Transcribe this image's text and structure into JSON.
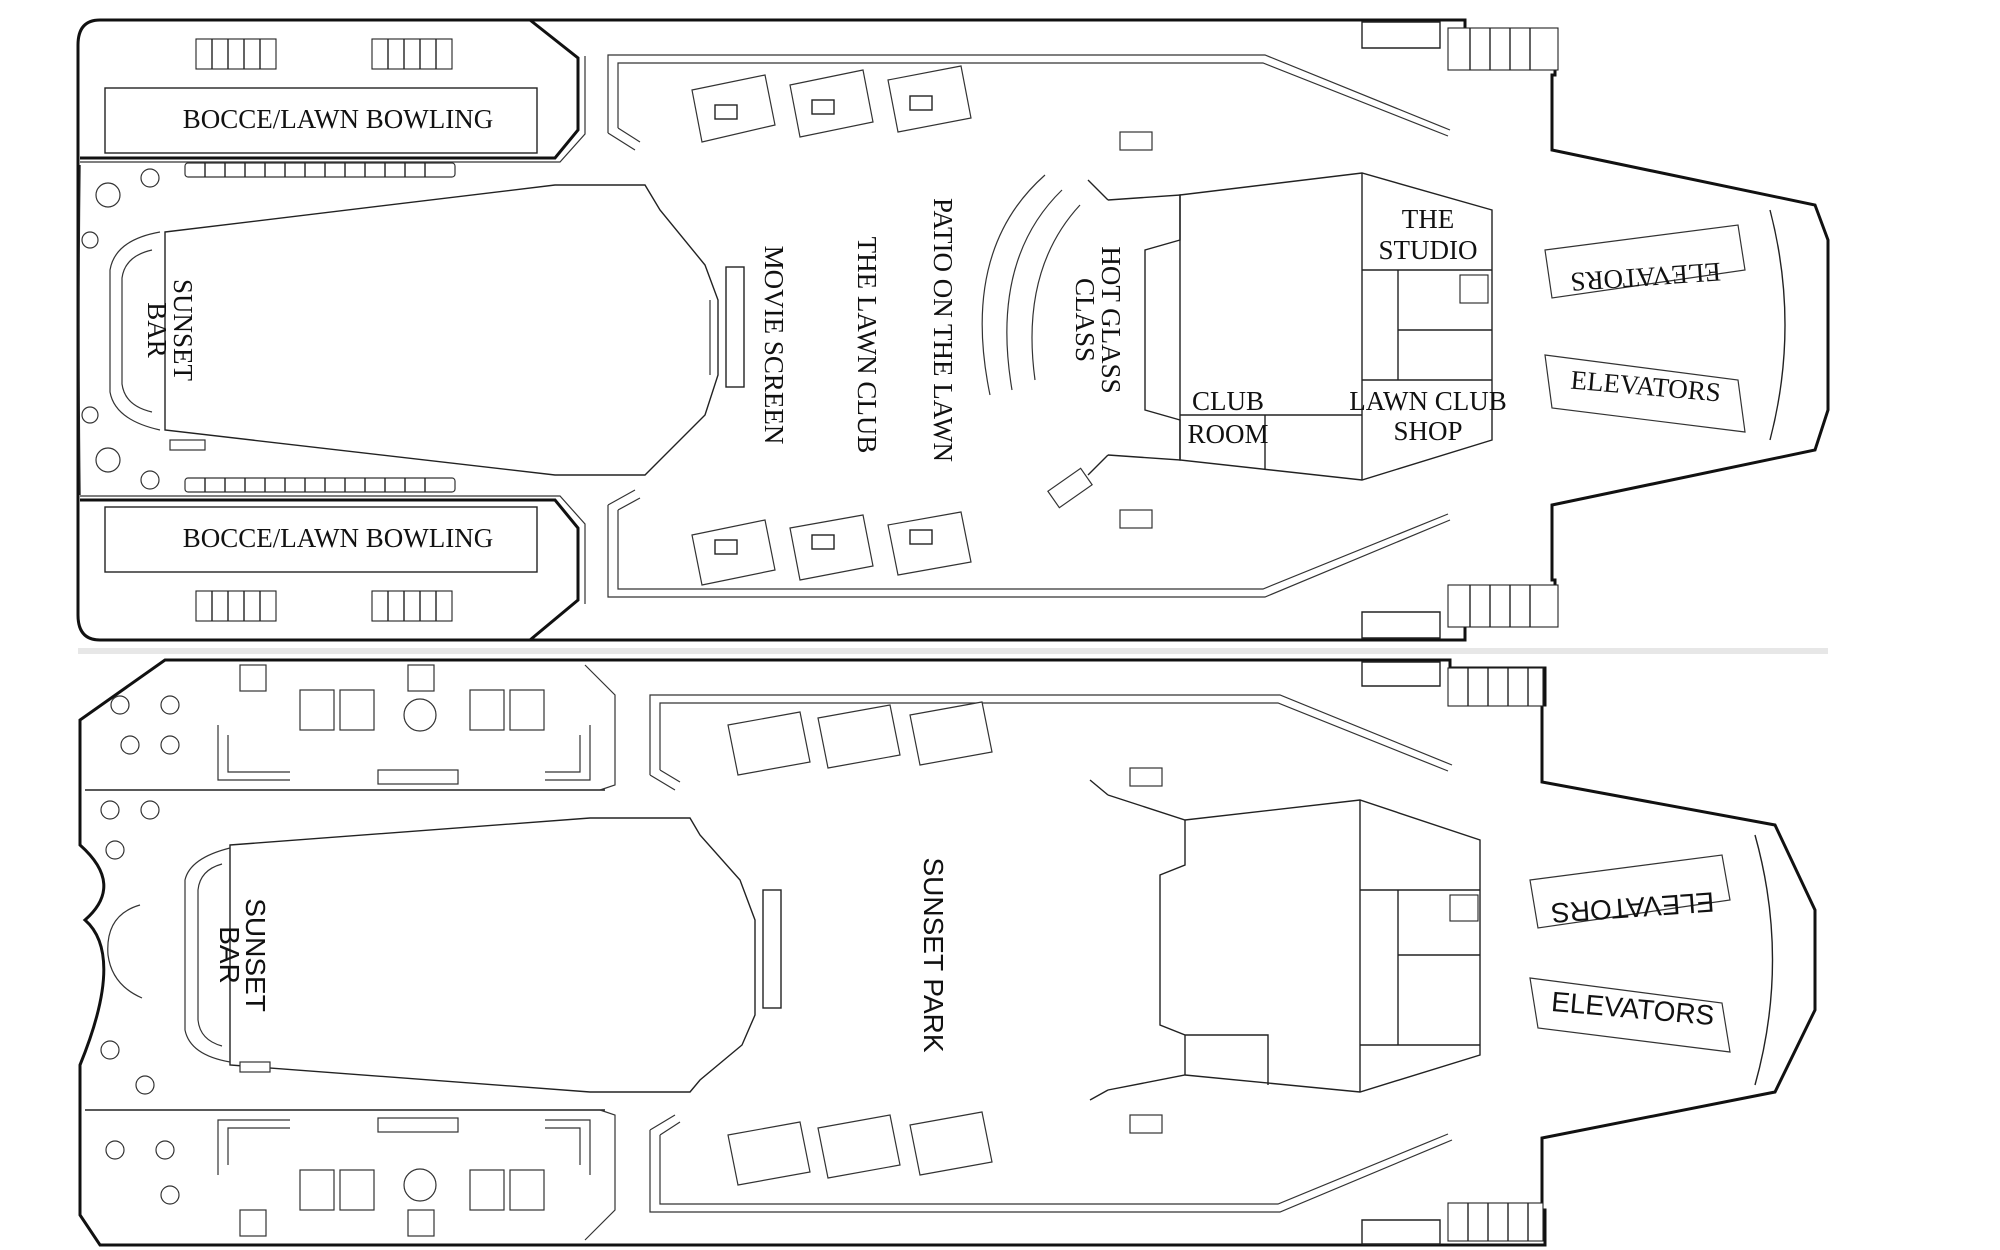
{
  "colors": {
    "background": "#e7e7e7",
    "deck": "#ffffff",
    "line": "#222222"
  },
  "upper_deck": {
    "bocce_top": "BOCCE/LAWN BOWLING",
    "bocce_bottom": "BOCCE/LAWN BOWLING",
    "sunset_bar": [
      "SUNSET",
      "BAR"
    ],
    "movie_screen": "MOVIE SCREEN",
    "lawn_club": "THE LAWN CLUB",
    "patio": "PATIO ON THE LAWN",
    "hot_glass": [
      "HOT GLASS",
      "CLASS"
    ],
    "club_room": [
      "CLUB",
      "ROOM"
    ],
    "studio": [
      "THE",
      "STUDIO"
    ],
    "shop": [
      "LAWN CLUB",
      "SHOP"
    ],
    "elevators_top": "ELEVATORS",
    "elevators_bottom": "ELEVATORS"
  },
  "lower_deck": {
    "sunset_bar": [
      "SUNSET",
      "BAR"
    ],
    "sunset_park": "SUNSET PARK",
    "elevators_top": "ELEVATORS",
    "elevators_bottom": "ELEVATORS"
  }
}
